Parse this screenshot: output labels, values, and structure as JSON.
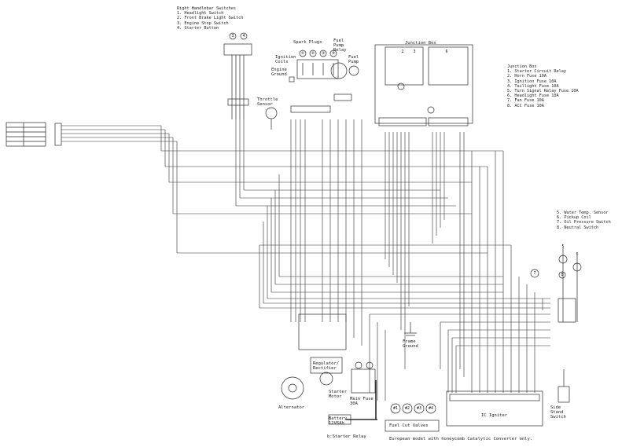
{
  "handlebar_legend": {
    "title": "Right Handlebar Switches",
    "items": [
      "1. Headlight Switch",
      "2. Front Brake Light Switch",
      "3. Engine Stop Switch",
      "4. Starter Button"
    ]
  },
  "junction_legend": {
    "title": "Junction Box",
    "items": [
      "1. Starter Circuit Relay",
      "2. Horn Fuse 10A",
      "3. Ignition Fuse 10A",
      "4. Taillight Fuse 10A",
      "5. Turn Signal Relay Fuse 10A",
      "6. Headlight Fuse 10A",
      "7. Fan Fuse 10A",
      "8. ACC Fuse 10A"
    ]
  },
  "sensor_legend": {
    "items": [
      "5. Water Temp. Sensor",
      "6. Pickup Coil",
      "7. Oil Pressure Switch",
      "8. Neutral Switch"
    ]
  },
  "labels": {
    "spark_plugs": "Spark Plugs",
    "ignition_coils": "Ignition Coils",
    "engine_ground": "Engine Ground",
    "fuel_pump_relay": "Fuel Pump Relay",
    "fuel_pump": "Fuel Pump",
    "junction_box": "Junction Box",
    "throttle_sensor": "Throttle Sensor",
    "frame_ground": "Frame Ground",
    "regulator_rectifier": "Regulator/ Rectifier",
    "alternator": "Alternator",
    "starter_motor": "Starter Motor",
    "main_fuse": "Main Fuse 30A",
    "battery": "Battery 12V6Ah",
    "starter_relay": "b:Starter Relay",
    "fuel_cut_valves": "Fuel Cut Valves",
    "ic_igniter": "IC Igniter",
    "side_stand_switch": "Side Stand Switch",
    "footnote": "European model with honeycomb Catalytic Converter only."
  },
  "callouts": {
    "handlebar": [
      "3",
      "4"
    ],
    "plugs": [
      "①",
      "②",
      "③",
      "④"
    ],
    "junction": [
      "2",
      "3",
      "6"
    ],
    "valves": [
      "#1",
      "#2",
      "#3",
      "#4"
    ],
    "sensors": [
      "5",
      "6",
      "7",
      "8"
    ]
  }
}
